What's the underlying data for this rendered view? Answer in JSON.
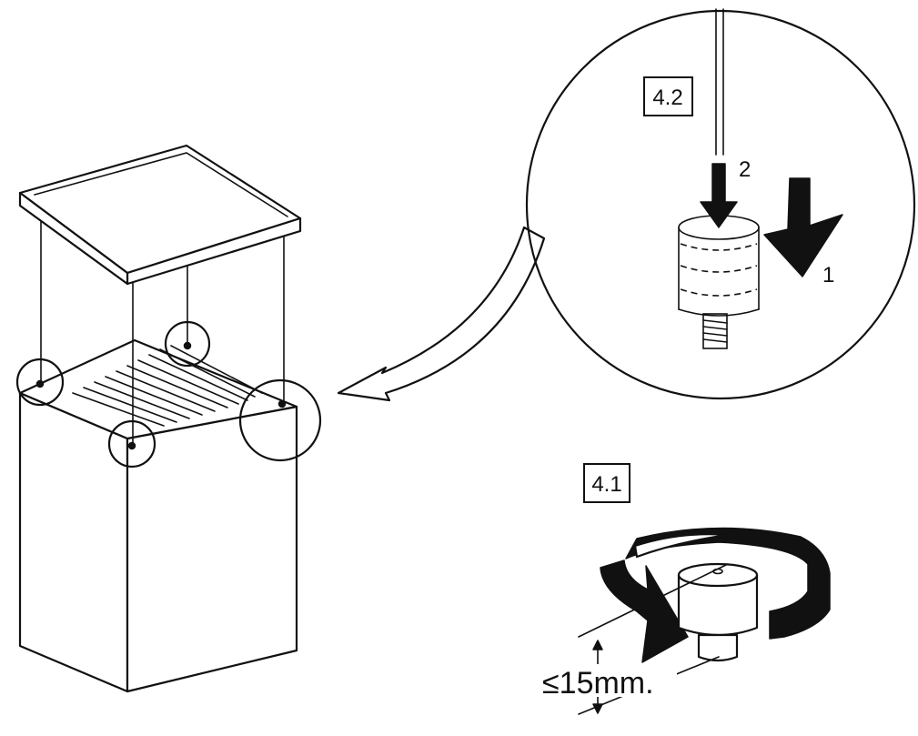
{
  "labels": {
    "step_detail": "4.2",
    "step_adjust": "4.1",
    "arrow_first": "1",
    "arrow_second": "2",
    "dimension": "≤15mm."
  }
}
